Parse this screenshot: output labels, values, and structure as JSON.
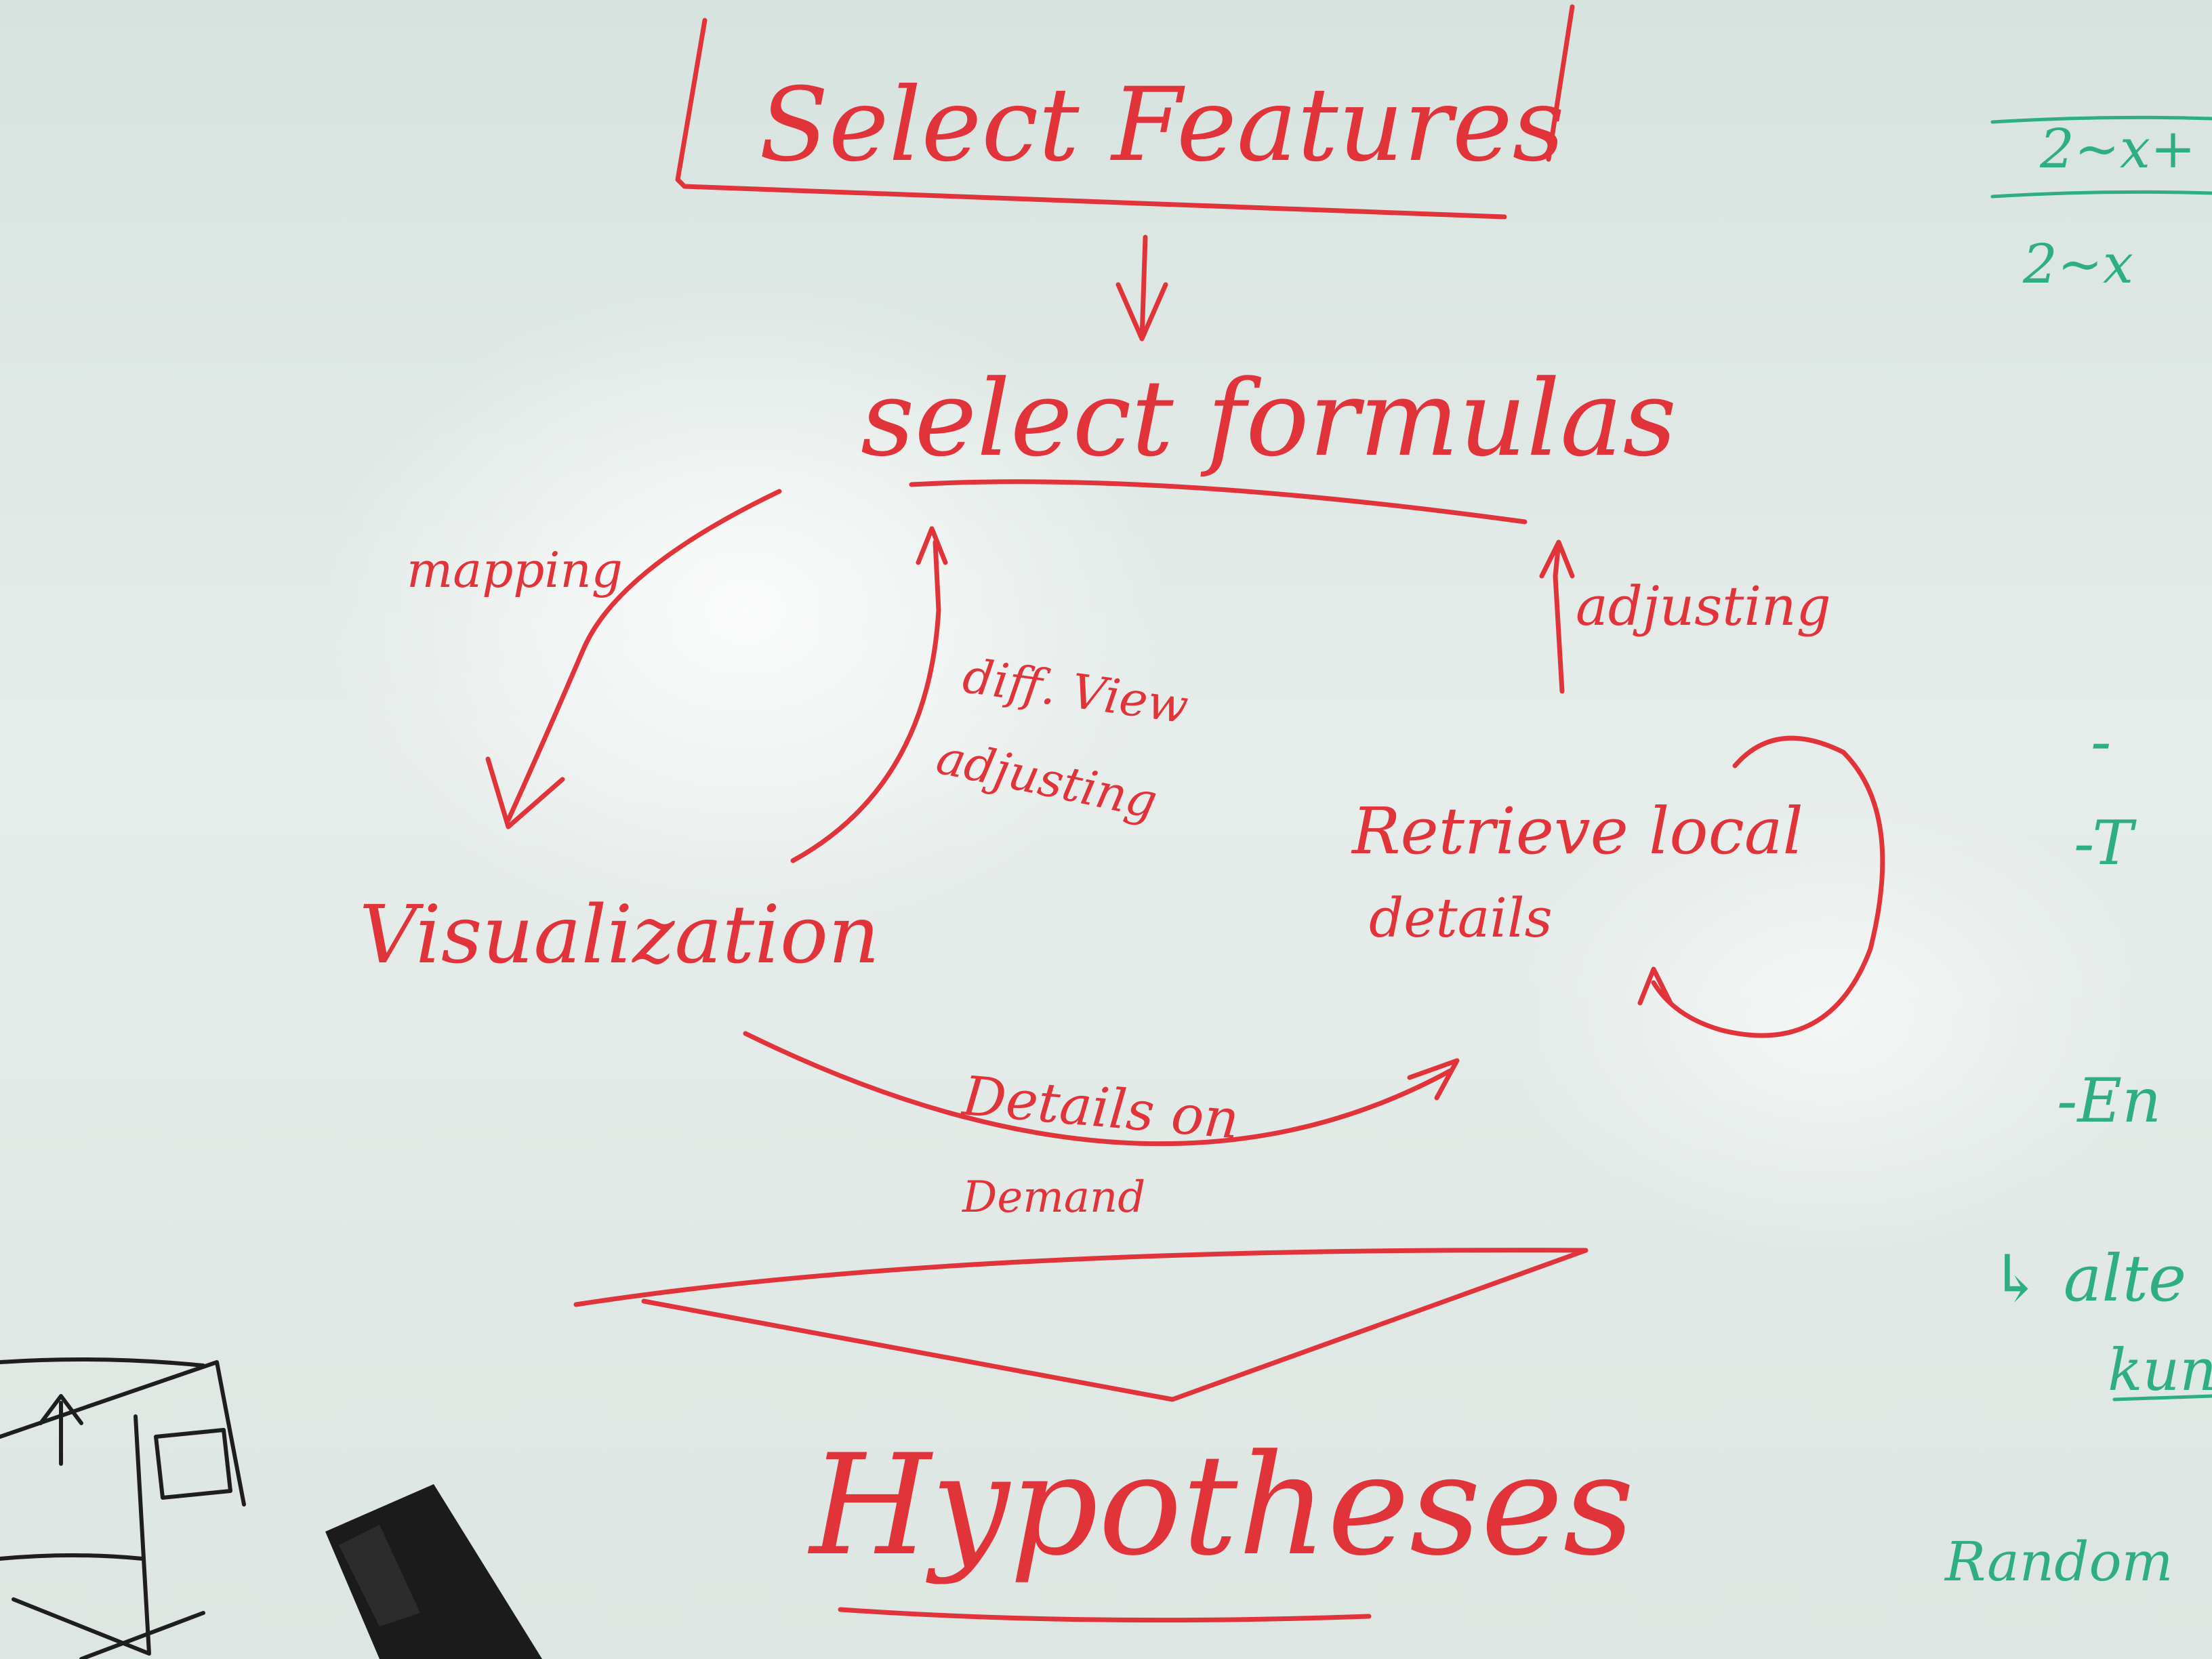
{
  "whiteboard": {
    "ink_color": "#e0333a",
    "green_ink_color": "#2fae84",
    "nodes": {
      "select_features": "Select Features",
      "select_formulas": "select formulas",
      "visualization": "Visualization",
      "retrieve_line1": "Retrieve local",
      "retrieve_line2": "details",
      "hypotheses": "Hypotheses"
    },
    "edge_labels": {
      "mapping": "mapping",
      "diff_view_line1": "diff. View",
      "diff_view_line2": "adjusting",
      "adjusting": "adjusting",
      "details_line1": "Details on",
      "details_line2": "Demand"
    },
    "green_notes": [
      "2~x+",
      "2~x",
      "-",
      "-T",
      "-En",
      "↳ alte",
      "kun",
      "Random"
    ]
  }
}
